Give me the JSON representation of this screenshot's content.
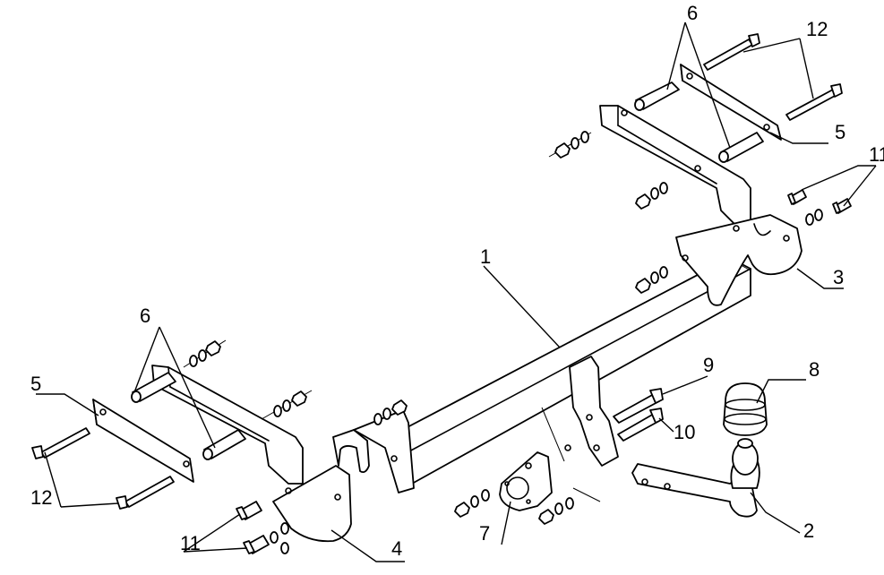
{
  "callouts": {
    "main_bar": "1",
    "tow_arm": "2",
    "right_bracket": "3",
    "left_bracket": "4",
    "clamp_plate_right": "5",
    "clamp_plate_left": "5",
    "spacer_tubes_right": "6",
    "spacer_tubes_left": "6",
    "socket_plate": "7",
    "ball_cover": "8",
    "bolt_9": "9",
    "bolt_10": "10",
    "bolts_11_right": "11",
    "bolts_11_left": "11",
    "long_bolts_right": "12",
    "long_bolts_left": "12"
  }
}
